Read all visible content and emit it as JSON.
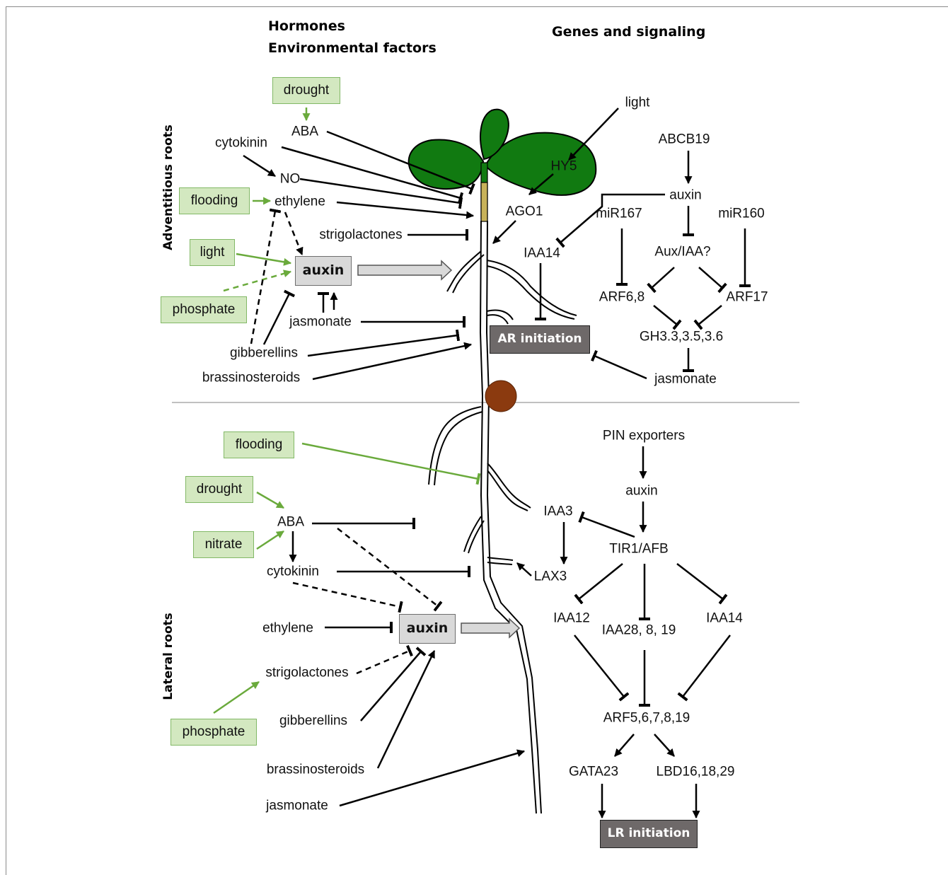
{
  "headers": {
    "hormones": "Hormones",
    "environment": "Environmental factors",
    "genes": "Genes and signaling"
  },
  "sections": {
    "adventitious": "Adventitious roots",
    "lateral": "Lateral roots"
  },
  "ar_hormones": {
    "drought": "drought",
    "aba": "ABA",
    "cytokinin": "cytokinin",
    "no": "NO",
    "flooding": "flooding",
    "ethylene": "ethylene",
    "strigolactones": "strigolactones",
    "light": "light",
    "auxin": "auxin",
    "phosphate": "phosphate",
    "jasmonate": "jasmonate",
    "gibberellins": "gibberellins",
    "brassinosteroids": "brassinosteroids"
  },
  "ar_genes": {
    "light": "light",
    "hy5": "HY5",
    "ago1": "AGO1",
    "abcb19": "ABCB19",
    "auxin": "auxin",
    "mir167": "miR167",
    "mir160": "miR160",
    "iaa14": "IAA14",
    "aux_iaa": "Aux/IAA?",
    "arf68": "ARF6,8",
    "arf17": "ARF17",
    "gh3": "GH3.3,3.5,3.6",
    "jasmonate": "jasmonate",
    "ar_initiation": "AR initiation"
  },
  "lr_hormones": {
    "flooding": "flooding",
    "drought": "drought",
    "aba": "ABA",
    "nitrate": "nitrate",
    "cytokinin": "cytokinin",
    "ethylene": "ethylene",
    "auxin": "auxin",
    "strigolactones": "strigolactones",
    "phosphate": "phosphate",
    "gibberellins": "gibberellins",
    "brassinosteroids": "brassinosteroids",
    "jasmonate": "jasmonate"
  },
  "lr_genes": {
    "pin": "PIN exporters",
    "auxin": "auxin",
    "iaa3": "IAA3",
    "tir1": "TIR1/AFB",
    "lax3": "LAX3",
    "iaa12": "IAA12",
    "iaa28": "IAA28, 8, 19",
    "iaa14": "IAA14",
    "arf5": "ARF5,6,7,8,19",
    "gata23": "GATA23",
    "lbd": "LBD16,18,29",
    "lr_initiation": "LR initiation"
  },
  "colors": {
    "leaf": "#117a11",
    "hypocotyl_base": "#c8b25a",
    "seed": "#8b3a0f",
    "green_box_fill": "#d3e8c0",
    "green_box_border": "#82b866",
    "green_arrow": "#6aaa3c",
    "auxin_box_fill": "#d9d9d9",
    "initiation_box_fill": "#6e6969",
    "line": "#000000"
  }
}
